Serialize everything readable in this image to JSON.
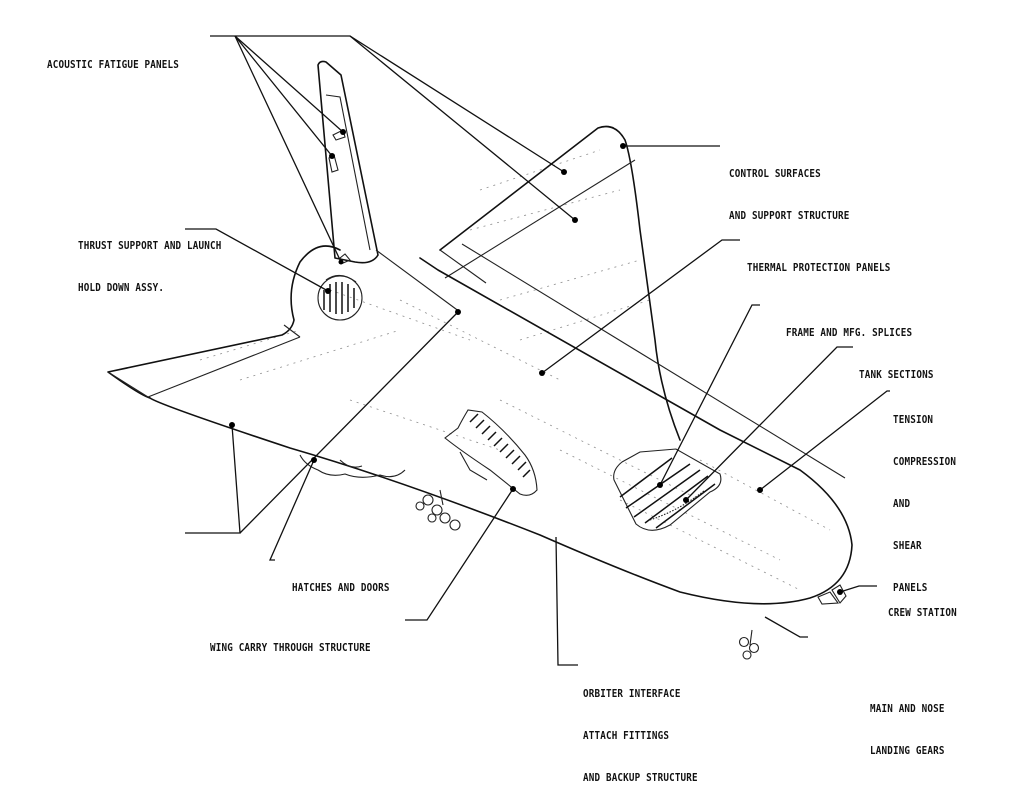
{
  "title": "Orbiter structural components diagram",
  "labels": {
    "acoustic_fatigue_panels": [
      "ACOUSTIC FATIGUE PANELS"
    ],
    "control_surfaces": [
      "CONTROL SURFACES",
      "AND SUPPORT STRUCTURE"
    ],
    "thrust_support": [
      "THRUST SUPPORT AND LAUNCH",
      "HOLD DOWN ASSY."
    ],
    "thermal_protection": [
      "THERMAL PROTECTION PANELS"
    ],
    "frame_splices": [
      "FRAME AND MFG. SPLICES"
    ],
    "tank_sections": [
      "TANK SECTIONS"
    ],
    "tension_panels": [
      "TENSION",
      "COMPRESSION",
      "AND",
      "SHEAR",
      "PANELS"
    ],
    "hatches_doors": [
      "HATCHES AND DOORS"
    ],
    "wing_carry": [
      "WING CARRY THROUGH STRUCTURE"
    ],
    "orbiter_interface": [
      "ORBITER INTERFACE",
      "ATTACH FITTINGS",
      "AND BACKUP STRUCTURE"
    ],
    "crew_station": [
      "CREW STATION"
    ],
    "landing_gears": [
      "MAIN AND NOSE",
      "LANDING GEARS"
    ]
  }
}
